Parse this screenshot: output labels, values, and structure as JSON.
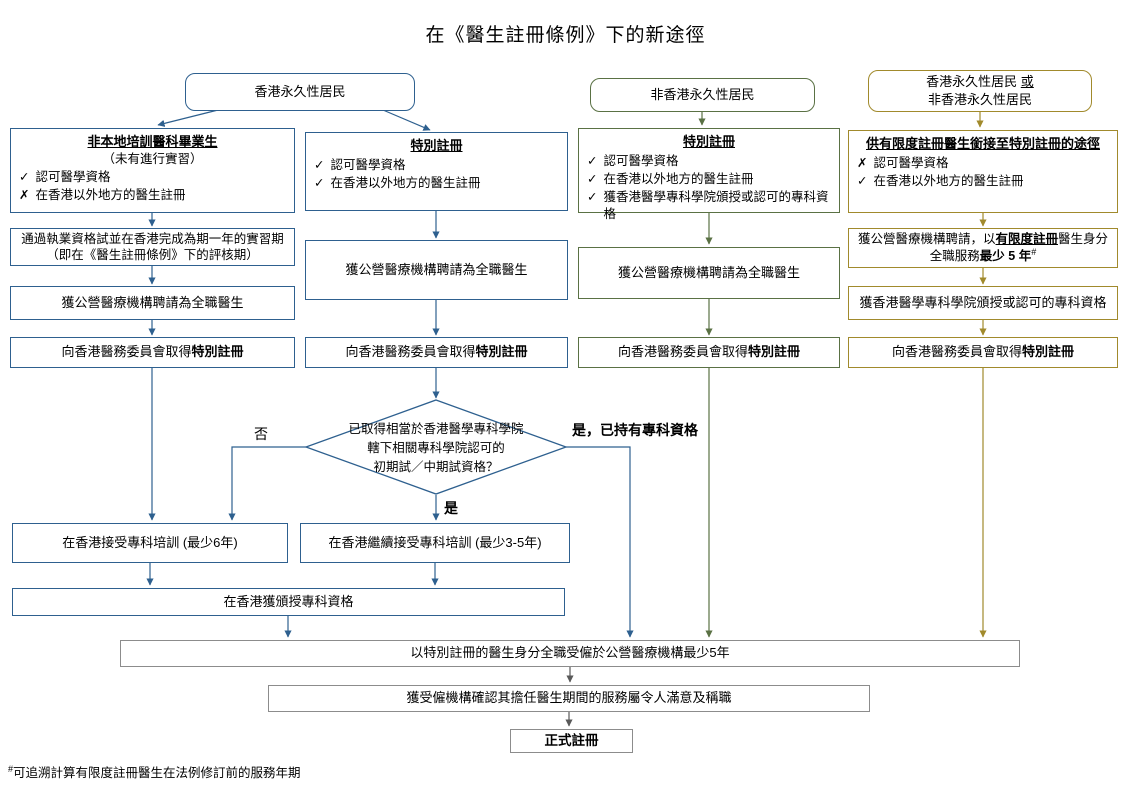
{
  "title": "在《醫生註冊條例》下的新途徑",
  "colors": {
    "blue": "#2E608F",
    "green": "#5A7144",
    "olive": "#A18A2C",
    "gray": "#595959"
  },
  "headers": {
    "hk_resident": "香港永久性居民",
    "non_hk_resident": "非香港永久性居民",
    "either_line1_prefix": "香港永久性居民 ",
    "either_line1_or": "或",
    "either_line2": "非香港永久性居民"
  },
  "col1": {
    "criteria_title": "非本地培訓醫科畢業生",
    "criteria_subtitle": "（未有進行實習）",
    "crit1_mark": "✓",
    "crit1_text": "認可醫學資格",
    "crit2_mark": "✗",
    "crit2_text": "在香港以外地方的醫生註冊",
    "step1_line1": "通過執業資格試並在香港完成為期一年的實習期",
    "step1_line2": "（即在《醫生註冊條例》下的評核期）",
    "step2": "獲公營醫療機構聘請為全職醫生",
    "step3_prefix": "向香港醫務委員會取得",
    "step3_bold": "特別註冊"
  },
  "col2": {
    "criteria_title": "特別註冊",
    "crit1_mark": "✓",
    "crit1_text": "認可醫學資格",
    "crit2_mark": "✓",
    "crit2_text": "在香港以外地方的醫生註冊",
    "step1": "獲公營醫療機構聘請為全職醫生",
    "step2_prefix": "向香港醫務委員會取得",
    "step2_bold": "特別註冊"
  },
  "col3": {
    "criteria_title": "特別註冊",
    "crit1_mark": "✓",
    "crit1_text": "認可醫學資格",
    "crit2_mark": "✓",
    "crit2_text": "在香港以外地方的醫生註冊",
    "crit3_mark": "✓",
    "crit3_text": "獲香港醫學專科學院頒授或認可的專科資格",
    "step1": "獲公營醫療機構聘請為全職醫生",
    "step2_prefix": "向香港醫務委員會取得",
    "step2_bold": "特別註冊"
  },
  "col4": {
    "criteria_title": "供有限度註冊醫生銜接至特別註冊的途徑",
    "crit1_mark": "✗",
    "crit1_text": "認可醫學資格",
    "crit2_mark": "✓",
    "crit2_text": "在香港以外地方的醫生註冊",
    "step1_prefix": "獲公營醫療機構聘請，以",
    "step1_bu": "有限度註冊",
    "step1_suffix": "醫生身分",
    "step1_l2_prefix": "全職服務",
    "step1_l2_bold": "最少 5 年",
    "step1_l2_sup": "#",
    "step2": "獲香港醫學專科學院頒授或認可的專科資格",
    "step3_prefix": "向香港醫務委員會取得",
    "step3_bold": "特別註冊"
  },
  "decision": {
    "line1": "已取得相當於香港醫學專科學院",
    "line2": "轄下相關專科學院認可的",
    "line3": "初期試／中期試資格？",
    "no_label": "否",
    "yes_label": "是",
    "yes_specialist_label": "是，已持有專科資格"
  },
  "bottom": {
    "training_6yr": "在香港接受專科培訓 (最少6年)",
    "training_35yr": "在香港繼續接受專科培訓 (最少3-5年)",
    "specialist_qualification": "在香港獲頒授專科資格",
    "employment_5yr": "以特別註冊的醫生身分全職受僱於公營醫療機構最少5年",
    "satisfactory_service": "獲受僱機構確認其擔任醫生期間的服務屬令人滿意及稱職",
    "full_registration": "正式註冊"
  },
  "footnote": {
    "sup": "#",
    "text": "可追溯計算有限度註冊醫生在法例修訂前的服務年期"
  }
}
